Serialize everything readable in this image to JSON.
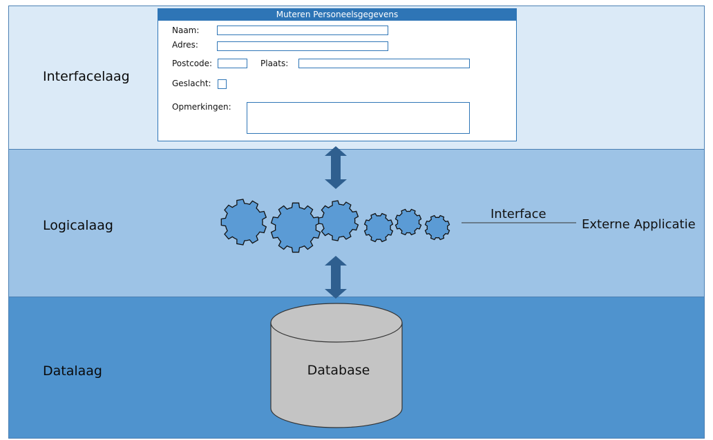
{
  "layers": {
    "interface": "Interfacelaag",
    "logic": "Logicalaag",
    "data": "Datalaag"
  },
  "form": {
    "title": "Muteren Personeelsgegevens",
    "naam_label": "Naam:",
    "adres_label": "Adres:",
    "postcode_label": "Postcode:",
    "plaats_label": "Plaats:",
    "geslacht_label": "Geslacht:",
    "opmerkingen_label": "Opmerkingen:"
  },
  "logic": {
    "interface_label": "Interface",
    "external_label": "Externe Applicatie"
  },
  "database": {
    "label": "Database"
  },
  "colors": {
    "gear_fill": "#5b9bd5",
    "arrow": "#2f5f8f",
    "cylinder": "#c4c4c4"
  }
}
